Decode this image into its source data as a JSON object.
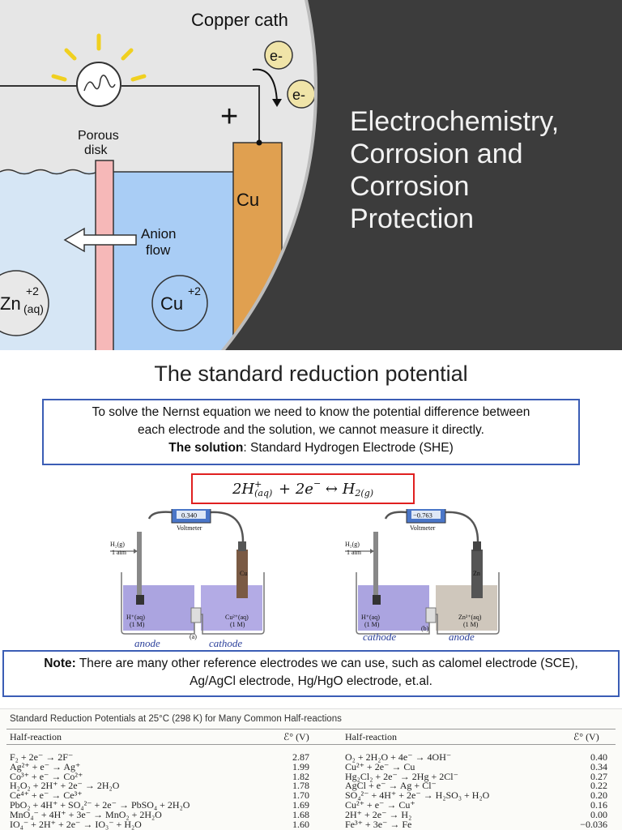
{
  "slide1": {
    "illustration": {
      "label_copper": "Copper cath",
      "label_porous": [
        "Porous",
        "disk"
      ],
      "label_anion": [
        "Anion",
        "flow"
      ],
      "label_cu_electrode": "Cu",
      "label_plus": "+",
      "electron_symbols": [
        "e-",
        "e-"
      ],
      "ion_zn": "Zn",
      "ion_zn_charge": "+2",
      "ion_zn_state": "(aq)",
      "ion_cu": "Cu",
      "ion_cu_charge": "+2"
    },
    "title_lines": [
      "Electrochemistry,",
      "Corrosion and",
      "Corrosion",
      "Protection"
    ]
  },
  "slide2": {
    "title": "The standard reduction potential",
    "intro": {
      "line1": "To solve the Nernst equation we need to know the potential difference between",
      "line2": "each electrode and the solution, we cannot measure it directly.",
      "bold": "The solution",
      "rest": ": Standard Hydrogen Electrode (SHE)"
    },
    "equation": {
      "coef": "2H",
      "sup": "+",
      "sub": "(aq)",
      "mid": " + 2e",
      "sup2": "−",
      "arrow": " ↔ H",
      "sub2": "2(g)"
    },
    "figures": {
      "left": {
        "voltage": "0.340",
        "meter": "Voltmeter",
        "gas": [
          "H₂(g)",
          "1 atm"
        ],
        "metal": "Cu",
        "left_solution": [
          "H⁺(aq)",
          "(1 M)"
        ],
        "right_solution": [
          "Cu²⁺(aq)",
          "(1 M)"
        ],
        "panel": "(a)",
        "left_role": "anode",
        "right_role": "cathode"
      },
      "right": {
        "voltage": "−0.763",
        "meter": "Voltmeter",
        "gas": [
          "H₂(g)",
          "1 atm"
        ],
        "metal": "Zn",
        "left_solution": [
          "H⁺(aq)",
          "(1 M)"
        ],
        "right_solution": [
          "Zn²⁺(aq)",
          "(1 M)"
        ],
        "panel": "(b)",
        "left_role": "cathode",
        "right_role": "anode"
      }
    },
    "note": {
      "bold": "Note:",
      "line1": " There are many other reference electrodes we can use, such as calomel electrode (SCE),",
      "line2": "Ag/AgCl electrode, Hg/HgO electrode, et.al."
    },
    "table": {
      "title": "Standard Reduction Potentials at 25°C (298 K) for Many Common Half-reactions",
      "headers": [
        "Half-reaction",
        "ℰ° (V)",
        "Half-reaction",
        "ℰ° (V)"
      ],
      "rows": [
        [
          "F₂ + 2e⁻ → 2F⁻",
          "2.87",
          "O₂ + 2H₂O + 4e⁻ → 4OH⁻",
          "0.40"
        ],
        [
          "Ag²⁺ + e⁻ → Ag⁺",
          "1.99",
          "Cu²⁺ + 2e⁻ → Cu",
          "0.34"
        ],
        [
          "Co³⁺ + e⁻ → Co²⁺",
          "1.82",
          "Hg₂Cl₂ + 2e⁻ → 2Hg + 2Cl⁻",
          "0.27"
        ],
        [
          "H₂O₂ + 2H⁺ + 2e⁻ → 2H₂O",
          "1.78",
          "AgCl + e⁻ → Ag + Cl⁻",
          "0.22"
        ],
        [
          "Ce⁴⁺ + e⁻ → Ce³⁺",
          "1.70",
          "SO₄²⁻ + 4H⁺ + 2e⁻ → H₂SO₃ + H₂O",
          "0.20"
        ],
        [
          "PbO₂ + 4H⁺ + SO₄²⁻ + 2e⁻ → PbSO₄ + 2H₂O",
          "1.69",
          "Cu²⁺ + e⁻ → Cu⁺",
          "0.16"
        ],
        [
          "MnO₄⁻ + 4H⁺ + 3e⁻ → MnO₂ + 2H₂O",
          "1.68",
          "2H⁺ + 2e⁻ → H₂",
          "0.00"
        ],
        [
          "IO₄⁻ + 2H⁺ + 2e⁻ → IO₃⁻ + H₂O",
          "1.60",
          "Fe³⁺ + 3e⁻ → Fe",
          "−0.036"
        ]
      ]
    }
  }
}
